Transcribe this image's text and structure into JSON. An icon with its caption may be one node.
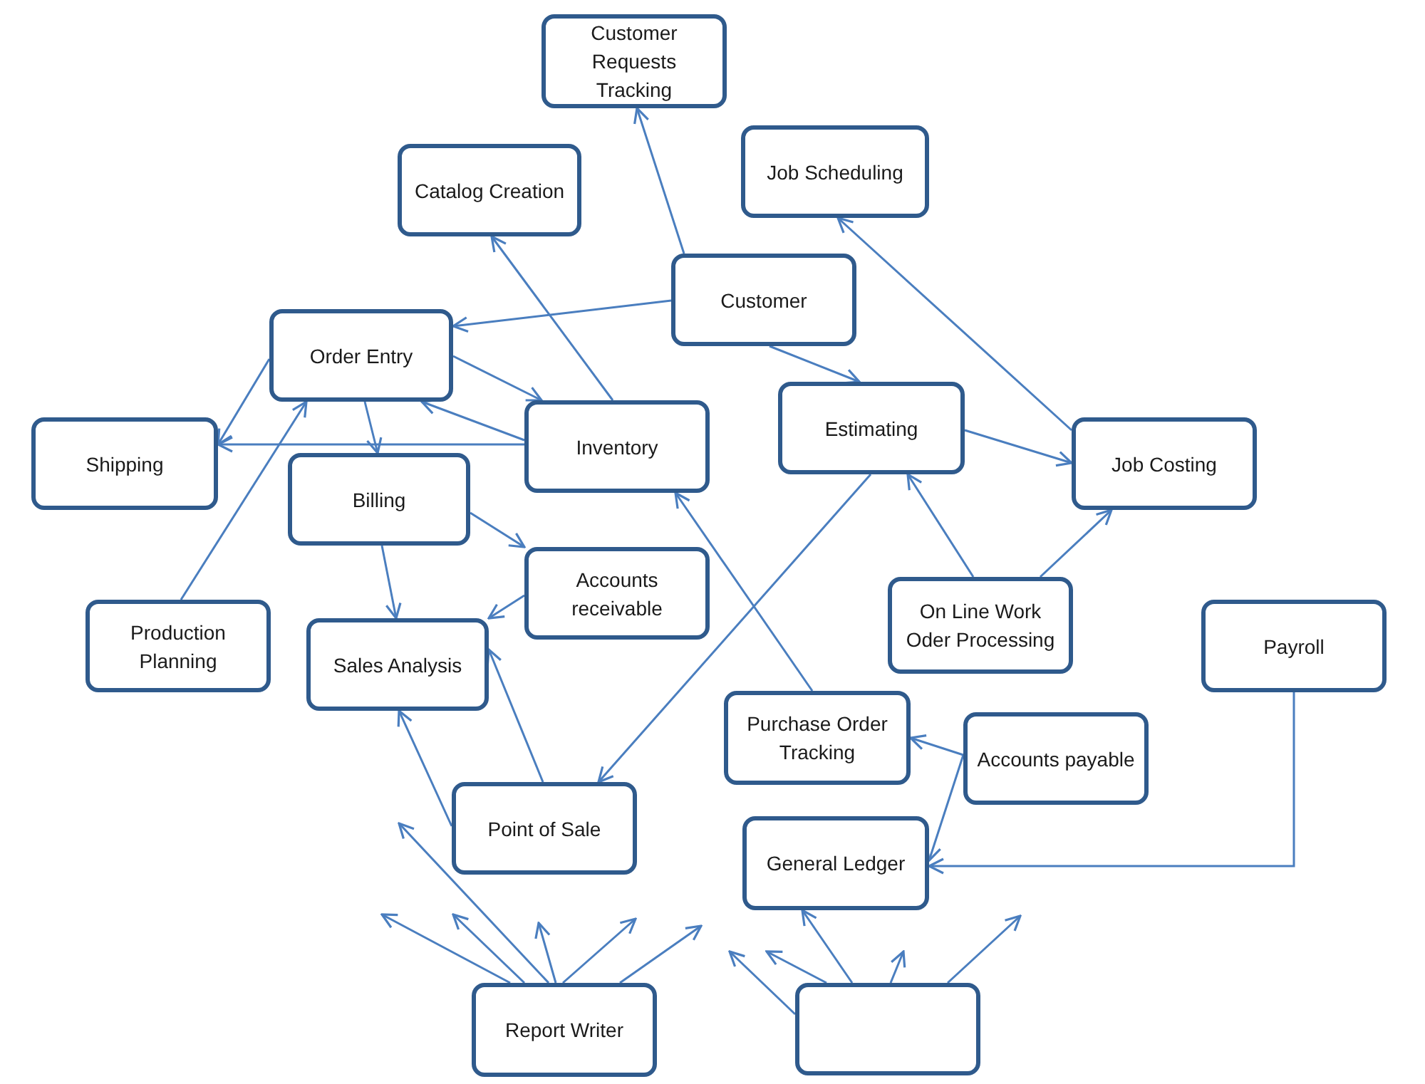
{
  "diagram": {
    "nodes": [
      {
        "text": [
          "Customer Requests Tracking"
        ]
      },
      {
        "text": [
          "Catalog Creation"
        ]
      },
      {
        "text": [
          "Job Scheduling"
        ]
      },
      {
        "text": [
          "Customer"
        ]
      },
      {
        "text": [
          "Order Entry"
        ]
      },
      {
        "text": [
          "Inventory"
        ]
      },
      {
        "text": [
          "Estimating"
        ]
      },
      {
        "text": [
          "Shipping"
        ]
      },
      {
        "text": [
          "Billing"
        ]
      },
      {
        "text": [
          "Job Costing"
        ]
      },
      {
        "text": [
          "Accounts receivable"
        ]
      },
      {
        "text": [
          "Production Planning"
        ]
      },
      {
        "text": [
          "Sales Analysis"
        ]
      },
      {
        "text": [
          "On Line Work Oder Processing"
        ]
      },
      {
        "text": [
          "Payroll"
        ]
      },
      {
        "text": [
          "Purchase Order Tracking"
        ]
      },
      {
        "text": [
          "Accounts payable"
        ]
      },
      {
        "text": [
          "Point of Sale"
        ]
      },
      {
        "text": [
          "General Ledger"
        ]
      },
      {
        "text": [
          "Report Writer"
        ]
      },
      {
        "text": [],
        "shape": "box"
      }
    ],
    "edges": [
      {
        "from": 3,
        "to": 0,
        "arrow": "to"
      },
      {
        "from": 3,
        "to": 4,
        "arrow": "to"
      },
      {
        "from": 3,
        "to": 6,
        "arrow": "to"
      },
      {
        "from": 5,
        "to": 1,
        "arrow": "to"
      },
      {
        "from": 4,
        "to": 5,
        "arrow": "to"
      },
      {
        "from": 5,
        "to": 4,
        "arrow": "to"
      },
      {
        "from": 4,
        "to": 7,
        "arrow": "to"
      },
      {
        "from": 5,
        "to": 7,
        "arrow": "to"
      },
      {
        "from": 4,
        "to": 8,
        "arrow": "to"
      },
      {
        "from": 11,
        "to": 4,
        "arrow": "to"
      },
      {
        "from": 8,
        "to": 10,
        "arrow": "to"
      },
      {
        "from": 8,
        "to": 12,
        "arrow": "to"
      },
      {
        "from": 10,
        "to": 12,
        "arrow": "to"
      },
      {
        "from": 17,
        "to": 12,
        "arrow": "to"
      },
      {
        "from": 17,
        "to": 12,
        "arrow": "to"
      },
      {
        "from": 6,
        "to": 17,
        "arrow": "to"
      },
      {
        "from": 15,
        "to": 5,
        "arrow": "to"
      },
      {
        "from": 6,
        "to": 9,
        "arrow": "to"
      },
      {
        "from": 9,
        "to": 2,
        "arrow": "to"
      },
      {
        "from": 13,
        "to": 6,
        "arrow": "to"
      },
      {
        "from": 13,
        "to": 9,
        "arrow": "to"
      },
      {
        "from": 16,
        "to": 15,
        "arrow": "to"
      },
      {
        "from": 16,
        "to": 18,
        "arrow": "to"
      },
      {
        "from": 14,
        "to": 18,
        "arrow": "to"
      },
      {
        "from": 20,
        "to": 18,
        "arrow": "to"
      },
      {
        "from": 19,
        "to": null,
        "arrow": "to"
      },
      {
        "from": 19,
        "to": null,
        "arrow": "to"
      },
      {
        "from": 19,
        "to": null,
        "arrow": "to"
      },
      {
        "from": 19,
        "to": null,
        "arrow": "to"
      },
      {
        "from": 19,
        "to": null,
        "arrow": "to"
      },
      {
        "from": 19,
        "to": null,
        "arrow": "to"
      },
      {
        "from": 20,
        "to": null,
        "arrow": "to"
      },
      {
        "from": 20,
        "to": null,
        "arrow": "to"
      },
      {
        "from": 20,
        "to": null,
        "arrow": "to"
      },
      {
        "from": 20,
        "to": null,
        "arrow": "to"
      }
    ]
  }
}
